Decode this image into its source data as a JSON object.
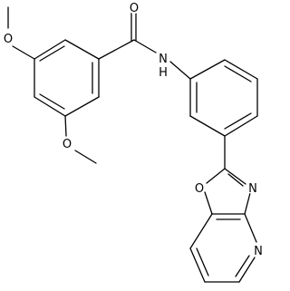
{
  "molecule": {
    "atom_labels": {
      "o_carbonyl": "O",
      "n_amide": "N",
      "h_amide": "H",
      "o_methoxy_top": "O",
      "o_methoxy_bottom": "O",
      "o_oxazole": "O",
      "n_oxazole": "N",
      "n_pyridine": "N"
    },
    "colors": {
      "bond": "#000000",
      "label": "#000000",
      "background": "#ffffff"
    }
  }
}
